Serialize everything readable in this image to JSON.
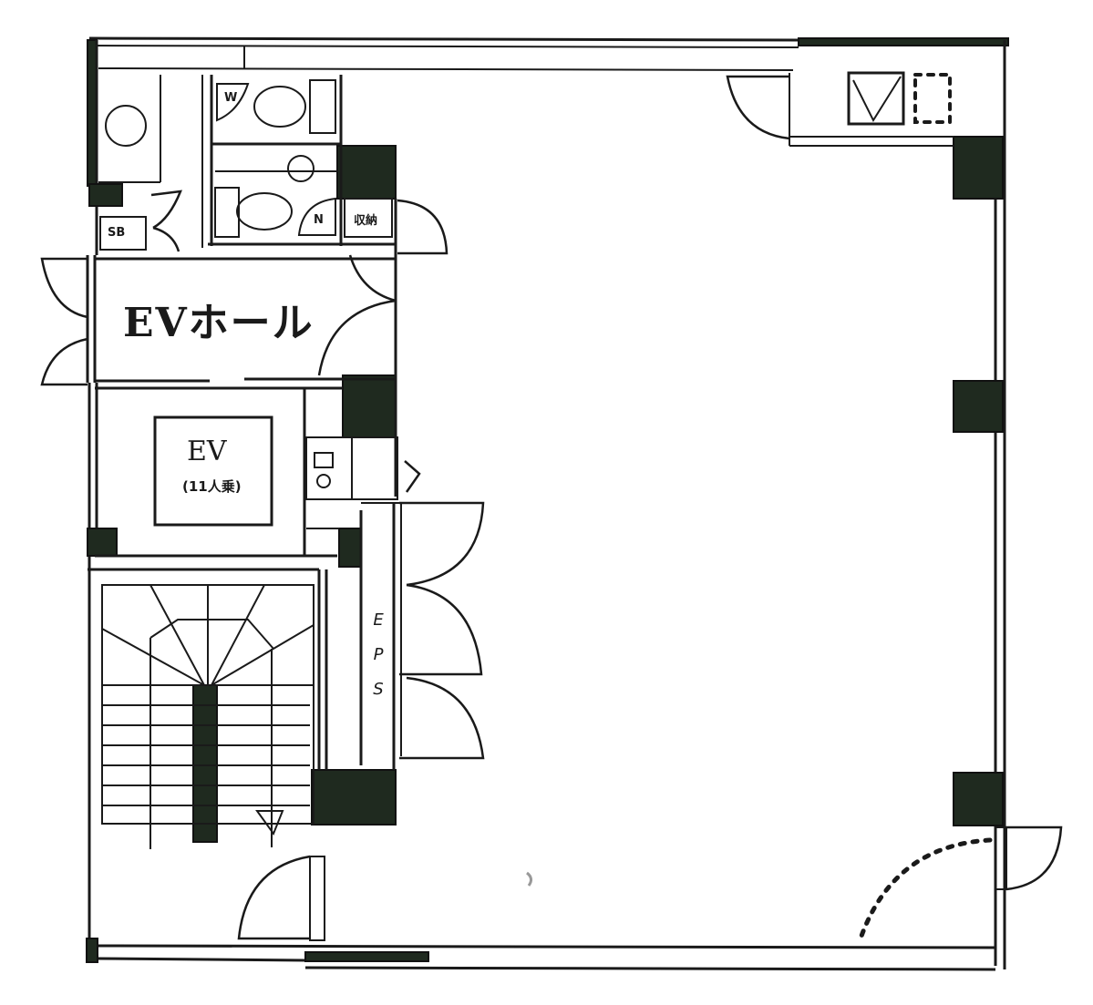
{
  "plan": {
    "type": "floor-plan",
    "rooms": {
      "ev_hall": "EVホール",
      "elevator": {
        "label": "EV",
        "capacity": "(11人乗)"
      },
      "eps": [
        "E",
        "P",
        "S"
      ],
      "toilet_upper_mark": "W",
      "toilet_lower_mark": "N",
      "storage_mark": "収納",
      "locker_mark": "SB"
    },
    "colors": {
      "line": "#1a1a1a",
      "column": "#1f2a1f",
      "background": "#ffffff"
    }
  }
}
